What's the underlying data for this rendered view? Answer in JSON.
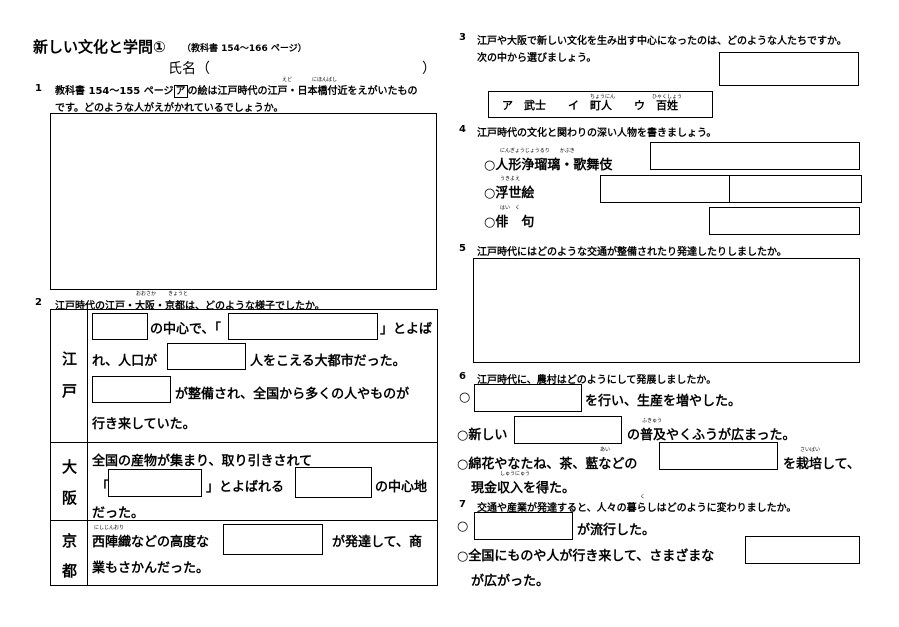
{
  "header": {
    "title": "新しい文化と学問①",
    "textbook_ref": "（教科書 154～166 ページ）",
    "name_label": "氏名（",
    "name_close": "）"
  },
  "q1": {
    "num": "1",
    "line1": "教科書 154～155 ページ",
    "mark": "ア",
    "line1b": "の絵は江戸時代の江戸・日本橋付近をえがいたもの",
    "line2": "です。どのような人がえがかれているでしょうか。",
    "ruby_edo": "えど",
    "ruby_nihonbashi": "にほんばし"
  },
  "q2": {
    "num": "2",
    "prompt": "江戸時代の江戸・大阪・京都は、どのような様子でしたか。",
    "ruby_osaka": "おおさか",
    "ruby_kyoto": "きょうと",
    "rows": {
      "edo": {
        "label1": "江",
        "label2": "戸",
        "s1": "の中心で、「",
        "s2": "」とよば",
        "s3": "れ、人口が",
        "s4": "人をこえる大都市だった。",
        "s5": "が整備され、全国から多くの人やものが",
        "s6": "行き来していた。"
      },
      "osaka": {
        "label1": "大",
        "label2": "阪",
        "s1": "全国の産物が集まり、取り引きされて",
        "s2": "「",
        "s3": "」とよばれる",
        "s4": "の中心地",
        "s5": "だった。"
      },
      "kyoto": {
        "label1": "京",
        "label2": "都",
        "s1": "西陣織などの高度な",
        "s2": "が発達して、商",
        "s3": "業もさかんだった。",
        "ruby_nishijin": "にしじんおり"
      }
    }
  },
  "q3": {
    "num": "3",
    "line1": "江戸や大阪で新しい文化を生み出す中心になったのは、どのような人たちですか。",
    "line2": "次の中から選びましょう。",
    "choices": "ア　武士　　イ　町人　　ウ　百姓",
    "ruby_chounin": "ちょうにん",
    "ruby_hyakusho": "ひゃくしょう"
  },
  "q4": {
    "num": "4",
    "prompt": "江戸時代の文化と関わりの深い人物を書きましょう。",
    "item1": "○人形浄瑠璃・歌舞伎",
    "item2": "○浮世絵",
    "item3": "○俳　句",
    "ruby1": "にんぎょうじょうるり　　かぶき",
    "ruby2": "うきよえ",
    "ruby3": "はい　く"
  },
  "q5": {
    "num": "5",
    "prompt": "江戸時代にはどのような交通が整備されたり発達したりしましたか。"
  },
  "q6": {
    "num": "6",
    "prompt": "江戸時代に、農村はどのようにして発展しましたか。",
    "l1a": "○",
    "l1b": "を行い、生産を増やした。",
    "l2a": "○新しい",
    "l2b": "の普及やくふうが広まった。",
    "l3a": "○綿花やなたね、茶、藍などの",
    "l3b": "を栽培して、",
    "l4": "現金収入を得た。",
    "ruby_fukyu": "ふきゅう",
    "ruby_ai": "あい",
    "ruby_saibai": "さいばい",
    "ruby_shunyu": "しゅうにゅう"
  },
  "q7": {
    "num": "7",
    "prompt": "交通や産業が発達すると、人々の暮らしはどのように変わりましたか。",
    "l1a": "○",
    "l1b": "が流行した。",
    "l2": "○全国にものや人が行き来して、さまざまな",
    "l3": "が広がった。",
    "ruby_kura": "く"
  }
}
